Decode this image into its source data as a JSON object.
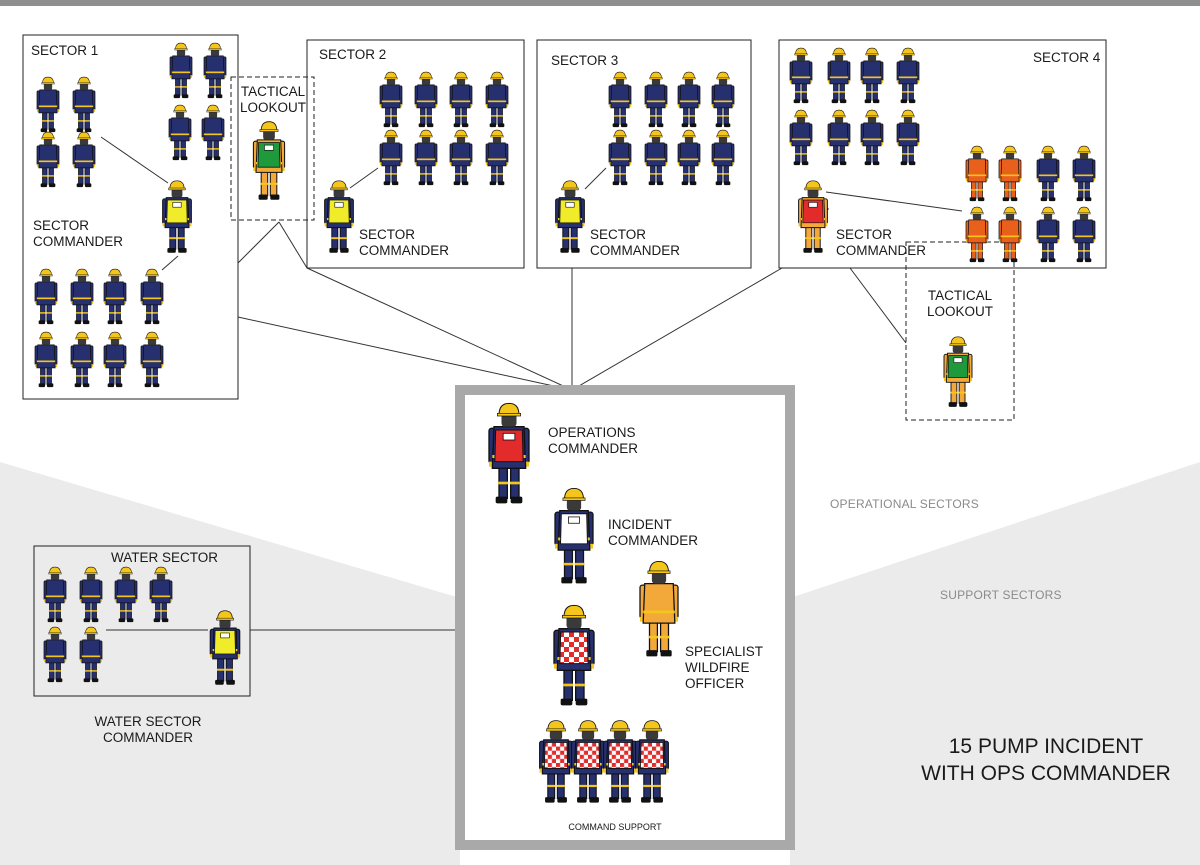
{
  "title": {
    "line1": "15 PUMP INCIDENT",
    "line2": "WITH OPS COMMANDER"
  },
  "zones": {
    "operational": "OPERATIONAL SECTORS",
    "support": "SUPPORT SECTORS"
  },
  "sectors": {
    "s1": {
      "name": "SECTOR 1",
      "commander": [
        "SECTOR",
        "COMMANDER"
      ]
    },
    "s2": {
      "name": "SECTOR 2",
      "commander": [
        "SECTOR",
        "COMMANDER"
      ]
    },
    "s3": {
      "name": "SECTOR 3",
      "commander": [
        "SECTOR",
        "COMMANDER"
      ]
    },
    "s4": {
      "name": "SECTOR 4",
      "commander": [
        "SECTOR",
        "COMMANDER"
      ]
    },
    "water": {
      "name": "WATER SECTOR",
      "commander": [
        "WATER SECTOR",
        "COMMANDER"
      ]
    }
  },
  "lookouts": {
    "a": [
      "TACTICAL",
      "LOOKOUT"
    ],
    "b": [
      "TACTICAL",
      "LOOKOUT"
    ]
  },
  "command": {
    "ops": [
      "OPERATIONS",
      "COMMANDER"
    ],
    "incident": [
      "INCIDENT",
      "COMMANDER"
    ],
    "wildfire": [
      "SPECIALIST",
      "WILDFIRE",
      "OFFICER"
    ],
    "support": "COMMAND SUPPORT"
  },
  "colors": {
    "crew_navy": "#27306e",
    "helmet_yellow": "#f4c51a",
    "tabard_yellow": "#f0ec2a",
    "tabard_red": "#e32b2b",
    "tabard_green": "#1e9a3c",
    "tabard_white": "#ffffff",
    "crew_orange": "#e9601d",
    "wildfire_yellow": "#f3a93a",
    "frame_gray": "#a9a9a9",
    "zone_gray": "#ebebeb"
  }
}
